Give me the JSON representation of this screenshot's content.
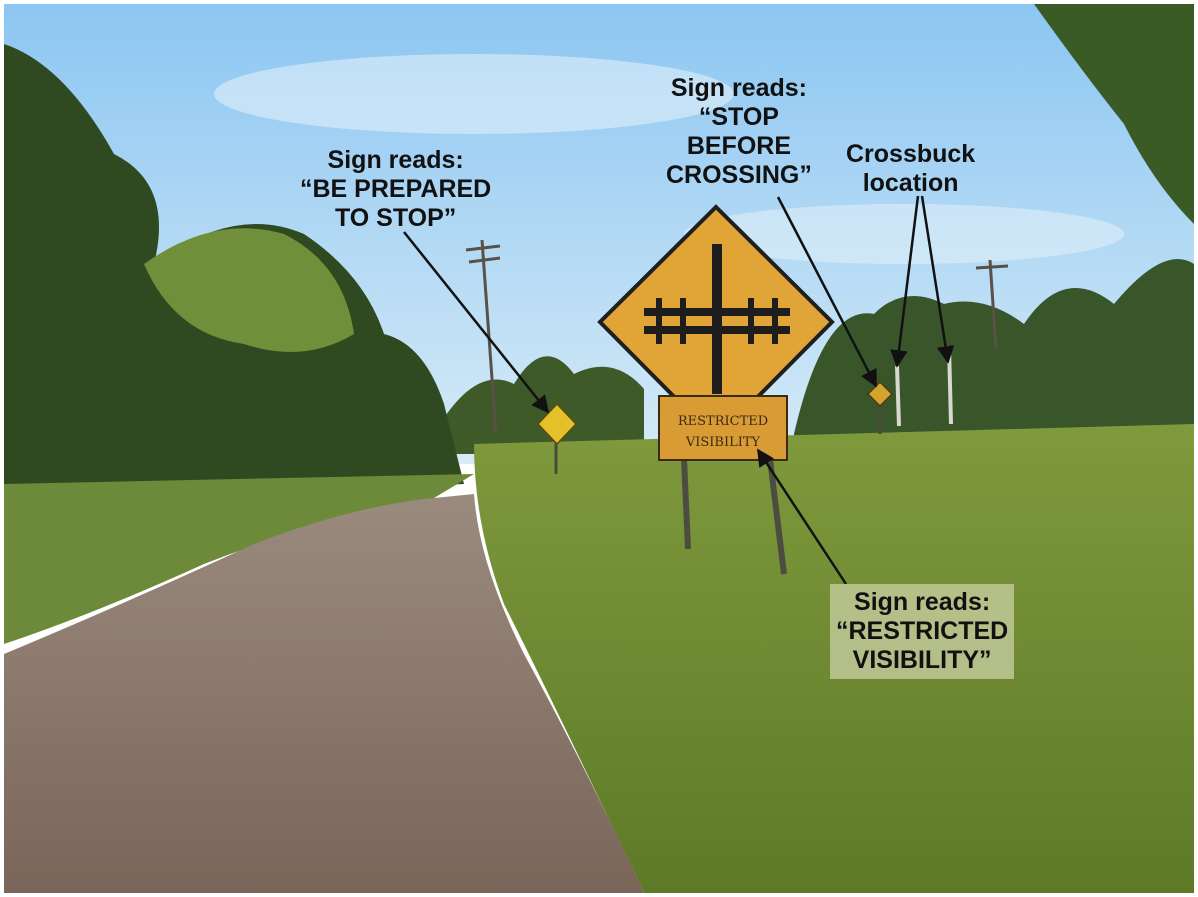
{
  "annotations": {
    "be_prepared": {
      "line1": "Sign reads:",
      "line2": "“BE PREPARED",
      "line3": "TO STOP”"
    },
    "stop_before": {
      "line1": "Sign reads:",
      "line2": "“STOP",
      "line3": "BEFORE",
      "line4": "CROSSING”"
    },
    "crossbuck": {
      "line1": "Crossbuck",
      "line2": "location"
    },
    "restricted": {
      "line1": "Sign reads:",
      "line2": "“RESTRICTED",
      "line3": "VISIBILITY”"
    }
  },
  "signs": {
    "restricted_plate_line1": "RESTRICTED",
    "restricted_plate_line2": "VISIBILITY"
  },
  "colors": {
    "sky": "#9fcdf0",
    "sign_yellow": "#e0a432",
    "grass": "#6f8a32",
    "road": "#8a7868",
    "arrow": "#111111"
  }
}
